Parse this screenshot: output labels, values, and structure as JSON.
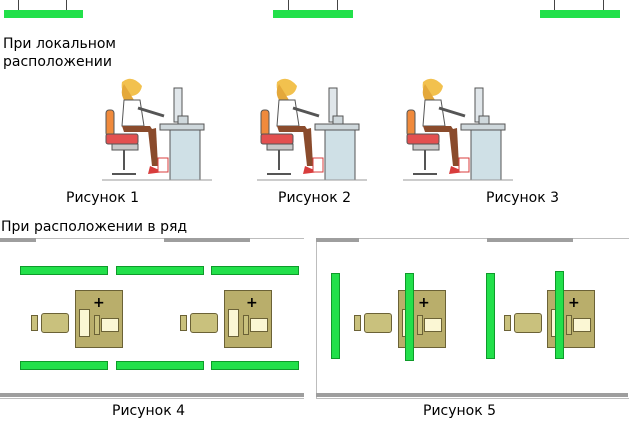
{
  "headings": {
    "local": "При локальном расположении",
    "row": "При расположении в ряд"
  },
  "captions": {
    "fig1": "Рисунок 1",
    "fig2": "Рисунок 2",
    "fig3": "Рисунок 3",
    "fig4": "Рисунок 4",
    "fig5": "Рисунок 5"
  },
  "colors": {
    "lamp": "#22e04a",
    "desk": "#b9ae6b",
    "wall": "#9e9e9e"
  },
  "icons": {
    "cross": "+"
  }
}
